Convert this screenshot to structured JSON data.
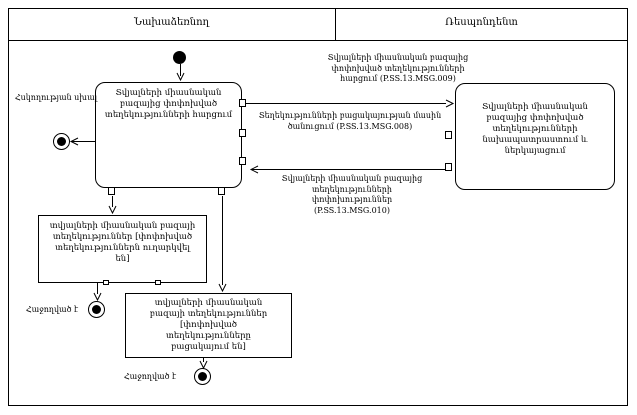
{
  "header": {
    "left_lane": "Նախաձեռնող",
    "right_lane": "Ռեսպոնդենտ"
  },
  "activities": {
    "request": "Տվյալների միասնական բազայից փոփոխված տեղեկությունների հարցում",
    "prepare": "Տվյալների միասնական բազայից փոփոխված տեղեկությունների նախապատրաստում և ներկայացում"
  },
  "states": {
    "sent": "տվյալների միասնական բազայի տեղեկություններ  [փոփոխված տեղեկություններն ուղարկվել են]",
    "absent": "տվյալների միասնական բազայի տեղեկություններ [փոփոխված տեղեկությունները բացակայում են]"
  },
  "messages": {
    "msg009": "Տվյալների միասնական բազայից փոփոխված տեղեկությունների հարցում (P.SS.13.MSG.009)",
    "msg008": "Տեղեկությունների բացակայության մասին ծանուցում (P.SS.13.MSG.008)",
    "msg010": "Տվյալների միասնական բազայից տեղեկությունների փոփոխություններ (P.SS.13.MSG.010)"
  },
  "annotations": {
    "control_error": "Հսկողության սխալ",
    "success_left": "Հաջողված է",
    "success_bottom": "Հաջողված է"
  },
  "colors": {
    "line": "#000000",
    "background": "#ffffff"
  }
}
